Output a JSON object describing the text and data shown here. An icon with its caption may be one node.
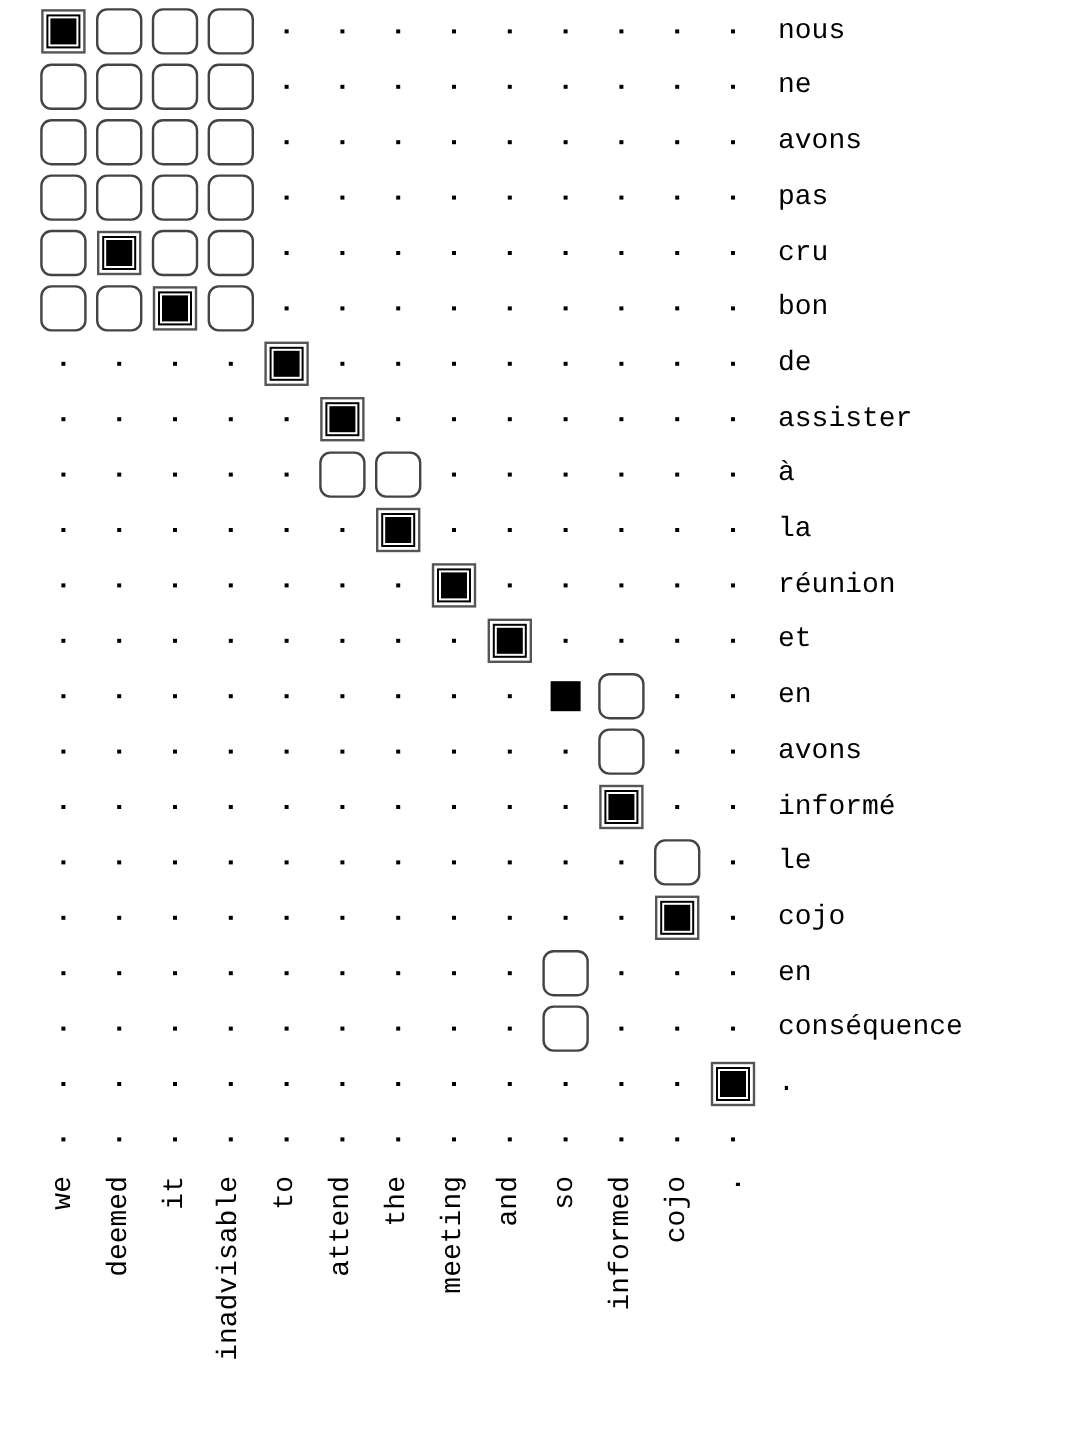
{
  "diagram": {
    "labels": [
      "nous",
      "ne",
      "avons",
      "pas",
      "cru",
      "bon",
      "de",
      "assister",
      "à",
      "la",
      "réunion",
      "et",
      "en",
      "avons",
      "informé",
      "le",
      "cojo",
      "en",
      "conséquence",
      ".",
      "we",
      "deemed",
      "it",
      "inadvisable",
      "to",
      "attend",
      "the",
      "meeting",
      "and",
      "so",
      "informed",
      "cojo",
      "."
    ]
  }
}
